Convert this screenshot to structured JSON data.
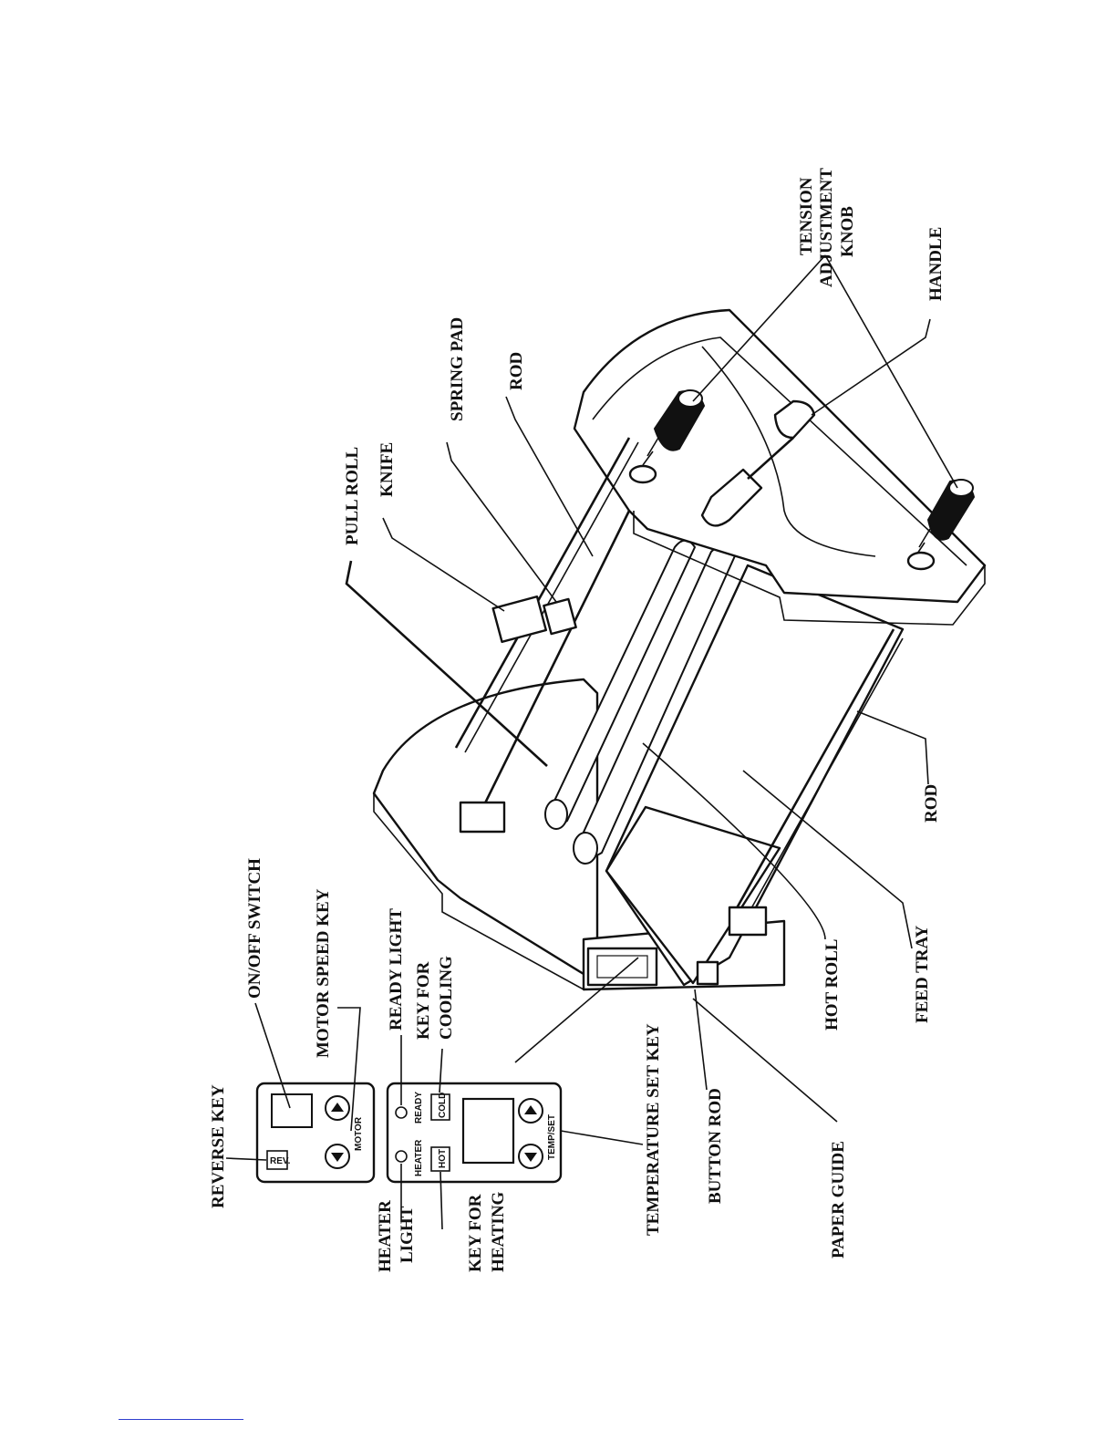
{
  "diagram": {
    "labels": {
      "reverse_key": "REVERSE KEY",
      "on_off_switch": "ON/OFF SWITCH",
      "motor_speed_key": "MOTOR SPEED KEY",
      "ready_light": "READY LIGHT",
      "key_for_cooling_1": "KEY FOR",
      "key_for_cooling_2": "COOLING",
      "heater_light_1": "HEATER",
      "heater_light_2": "LIGHT",
      "key_for_heating_1": "KEY FOR",
      "key_for_heating_2": "HEATING",
      "temperature_set_key": "TEMPERATURE SET KEY",
      "button_rod": "BUTTON ROD",
      "paper_guide": "PAPER GUIDE",
      "hot_roll": "HOT ROLL",
      "feed_tray": "FEED TRAY",
      "rod_lower": "ROD",
      "pull_roll": "PULL ROLL",
      "knife": "KNIFE",
      "spring_pad": "SPRING PAD",
      "rod_upper": "ROD",
      "tension_1": "TENSION",
      "tension_2": "ADJUSTMENT",
      "tension_3": "KNOB",
      "handle": "HANDLE"
    },
    "panel": {
      "rev": "REV.",
      "motor": "MOTOR",
      "heater": "HEATER",
      "ready": "READY",
      "hot": "HOT",
      "cold": "COLD",
      "temp_set": "TEMP/SET"
    }
  }
}
